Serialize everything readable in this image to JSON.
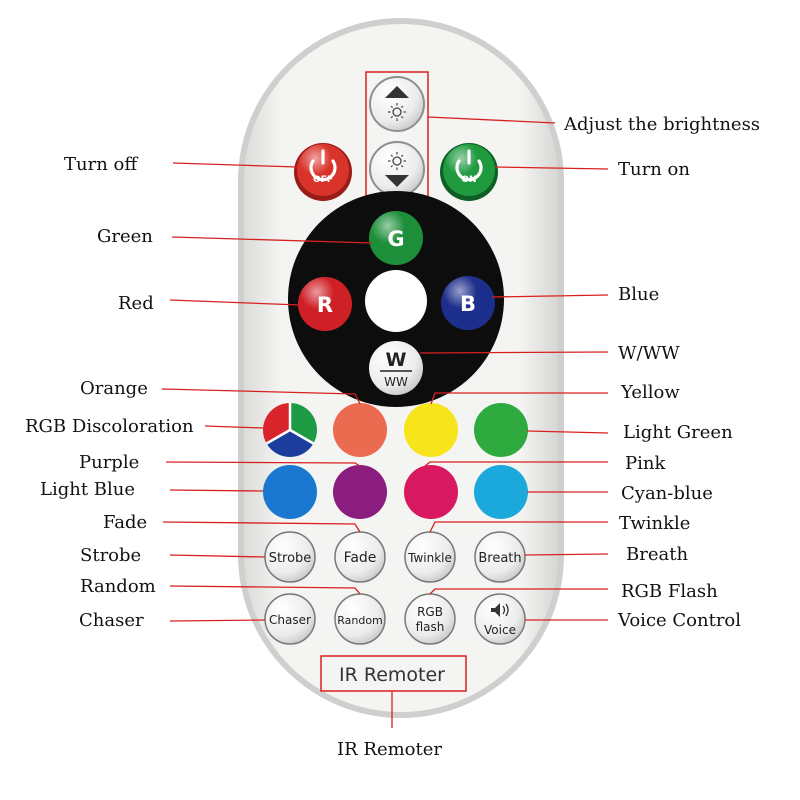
{
  "remote": {
    "body_color": "#f2f2f0",
    "brightness_up_icon": "sun-up-arrow-icon",
    "brightness_down_icon": "sun-down-arrow-icon",
    "off_button": {
      "icon": "power-icon",
      "label": "OFF",
      "color": "#d9342b"
    },
    "on_button": {
      "icon": "power-icon",
      "label": "ON",
      "color": "#1f9a3f"
    },
    "color_buttons": {
      "g": {
        "label": "G",
        "color": "#1d8f3a"
      },
      "r": {
        "label": "R",
        "color": "#cf2027"
      },
      "b": {
        "label": "B",
        "color": "#1d2f8c"
      },
      "w": {
        "label_top": "W",
        "label_bottom": "WW"
      }
    },
    "color_swatches": {
      "rgb": [
        "#d8242a",
        "#1e9b45",
        "#1d3d9c"
      ],
      "orange": "#ea6b4f",
      "yellow": "#f7e41b",
      "light_green": "#2faa3e",
      "light_blue": "#1a78d0",
      "purple": "#8b1d7e",
      "pink": "#d8185f",
      "cyan_blue": "#1ba9dc"
    },
    "effect_buttons": {
      "strobe": "Strobe",
      "fade": "Fade",
      "twinkle": "Twinkle",
      "breath": "Breath",
      "chaser": "Chaser",
      "random": "Random",
      "rgb_flash_line1": "RGB",
      "rgb_flash_line2": "flash",
      "voice": "Voice",
      "voice_icon": "speaker-icon"
    },
    "brand_text": "IR Remoter"
  },
  "callouts": {
    "line_color": "#d82020",
    "adjust_brightness": "Adjust the brightness",
    "turn_off": "Turn off",
    "turn_on": "Turn on",
    "green": "Green",
    "red": "Red",
    "blue": "Blue",
    "w_ww": "W/WW",
    "orange": "Orange",
    "yellow": "Yellow",
    "rgb_discoloration": "RGB Discoloration",
    "light_green": "Light Green",
    "purple": "Purple",
    "pink": "Pink",
    "light_blue": "Light Blue",
    "cyan_blue": "Cyan-blue",
    "fade": "Fade",
    "twinkle": "Twinkle",
    "strobe": "Strobe",
    "breath": "Breath",
    "random": "Random",
    "rgb_flash": "RGB Flash",
    "chaser": "Chaser",
    "voice_control": "Voice Control",
    "ir_remoter": "IR Remoter"
  }
}
